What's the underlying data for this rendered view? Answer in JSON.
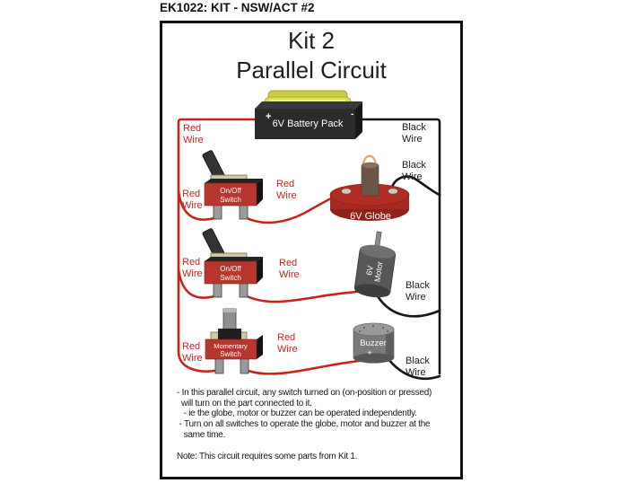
{
  "header": {
    "title": "EK1022: KIT - NSW/ACT #2"
  },
  "diagram": {
    "title": "Kit 2",
    "subtitle": "Parallel Circuit",
    "battery": {
      "plus": "+",
      "minus": "-",
      "label": "6V Battery Pack"
    },
    "switches": [
      {
        "line1": "On/Off",
        "line2": "Switch"
      },
      {
        "line1": "On/Off",
        "line2": "Switch"
      },
      {
        "line1": "Momentary",
        "line2": "Switch"
      }
    ],
    "loads": {
      "globe": {
        "label": "6V Globe"
      },
      "motor": {
        "line1": "6V",
        "line2": "Motor"
      },
      "buzzer": {
        "label": "Buzzer",
        "plus": "+"
      }
    },
    "wire_labels": {
      "red": "Red\nWire",
      "black": "Black\nWire"
    },
    "colors": {
      "red_wire": "#c8231b",
      "black_wire": "#161616",
      "switch_body": "#b5372e",
      "globe_base": "#a32a20",
      "battery_body": "#2b2b2b",
      "battery_cell": "#dade4c",
      "motor_body": "#575757",
      "buzzer_body": "#7a7a7a"
    }
  },
  "notes": {
    "bullets": [
      "- In this parallel circuit, any switch turned on (on-position or pressed)",
      "  will turn on the part connected to it.",
      "   - ie the globe, motor or buzzer can be operated independently.",
      " - Turn on all switches to operate the globe, motor and buzzer at the",
      "   same time."
    ],
    "note": "Note: This circuit requires some parts from Kit 1."
  }
}
